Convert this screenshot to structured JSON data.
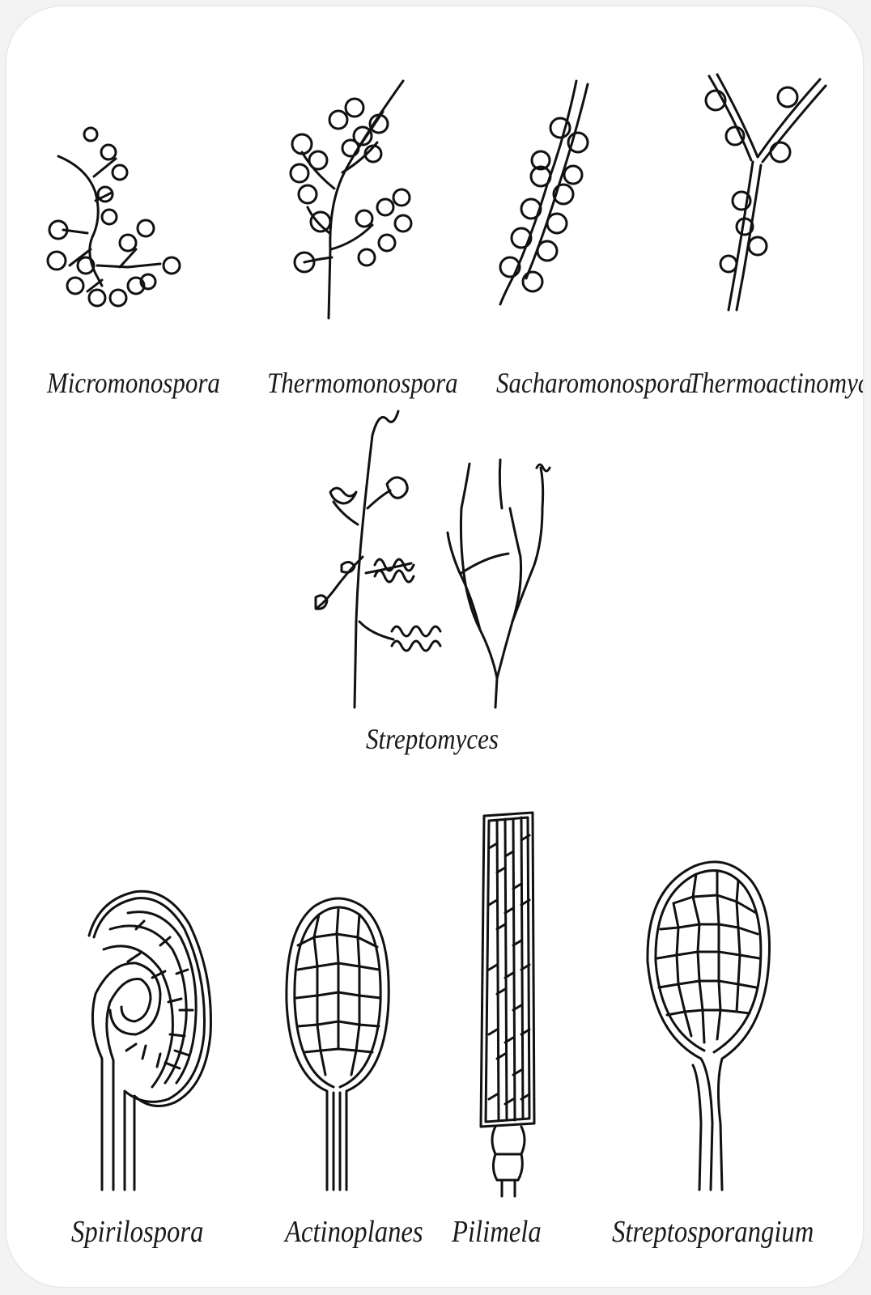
{
  "figure": {
    "row1": [
      {
        "name": "Micromonospora"
      },
      {
        "name": "Thermomonospora"
      },
      {
        "name": "Sacharomonospora"
      },
      {
        "name": "Thermoactinomyces"
      }
    ],
    "row2": [
      {
        "name": "Streptomyces"
      }
    ],
    "row3": [
      {
        "name": "Spirilospora"
      },
      {
        "name": "Actinoplanes"
      },
      {
        "name": "Pilimela"
      },
      {
        "name": "Streptosporangium"
      }
    ]
  },
  "colors": {
    "line": "#111111",
    "background": "#ffffff",
    "outer": "#f3f3f3"
  }
}
